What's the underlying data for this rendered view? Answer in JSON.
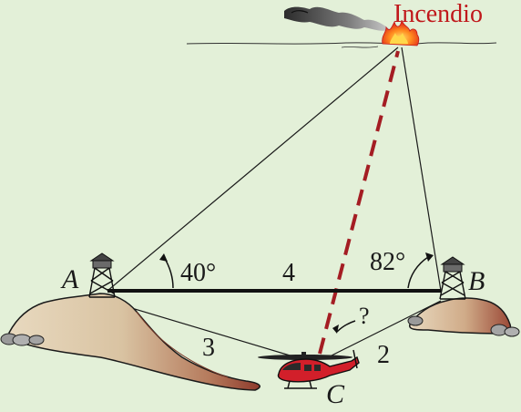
{
  "title": "Incendio",
  "points": {
    "a": "A",
    "b": "B",
    "c": "C"
  },
  "angles": {
    "at_a": "40°",
    "at_b": "82°",
    "unknown": "?"
  },
  "distances": {
    "ab": "4",
    "ac": "3",
    "bc": "2"
  },
  "colors": {
    "background": "#e3f0d8",
    "fire_label": "#c0181b",
    "dashed_line": "#a41d23",
    "helicopter": "#d21f2a",
    "hill": "#d8c4a6",
    "hill_shadow": "#9b4a38",
    "baseline": "#111111"
  },
  "icons": {
    "tower_a": "lookout-tower-icon",
    "tower_b": "lookout-tower-icon",
    "fire": "flame-icon",
    "helicopter": "helicopter-icon",
    "smoke": "smoke-cloud-icon"
  }
}
